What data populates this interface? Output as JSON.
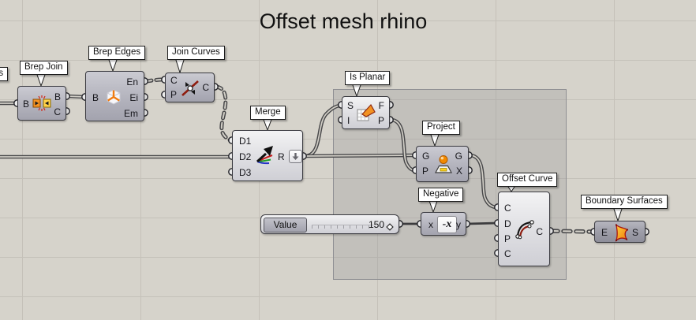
{
  "title": "Offset mesh rhino",
  "colors": {
    "canvas_bg": "#d6d3cb",
    "grid_line": "#c5c1b9",
    "group_fill": "rgba(148,148,152,0.30)",
    "wire": "#48484a",
    "accent_orange": "#f29222"
  },
  "clipped_label": {
    "text": "es"
  },
  "components": {
    "brep_join": {
      "label": "Brep Join",
      "inputs": [
        "B"
      ],
      "outputs": [
        "B",
        "C"
      ]
    },
    "brep_edges": {
      "label": "Brep Edges",
      "inputs": [
        "B"
      ],
      "outputs": [
        "En",
        "Ei",
        "Em"
      ]
    },
    "join_curves": {
      "label": "Join Curves",
      "inputs": [
        "C",
        "P"
      ],
      "outputs": [
        "C"
      ]
    },
    "merge": {
      "label": "Merge",
      "inputs": [
        "D1",
        "D2",
        "D3"
      ],
      "outputs": [
        "R"
      ]
    },
    "is_planar": {
      "label": "Is Planar",
      "inputs": [
        "S",
        "I"
      ],
      "outputs": [
        "F",
        "P"
      ]
    },
    "project": {
      "label": "Project",
      "inputs": [
        "G",
        "P"
      ],
      "outputs": [
        "G",
        "X"
      ]
    },
    "negative": {
      "label": "Negative",
      "inputs": [
        "x"
      ],
      "outputs": [
        "y"
      ],
      "icon_text": "-x"
    },
    "offset_curve": {
      "label": "Offset Curve",
      "inputs": [
        "C",
        "D",
        "P",
        "C"
      ],
      "outputs": [
        "C"
      ]
    },
    "boundary_surfaces": {
      "label": "Boundary Surfaces",
      "inputs": [
        "E"
      ],
      "outputs": [
        "S"
      ]
    }
  },
  "slider": {
    "name_label": "Value",
    "value": "150"
  }
}
